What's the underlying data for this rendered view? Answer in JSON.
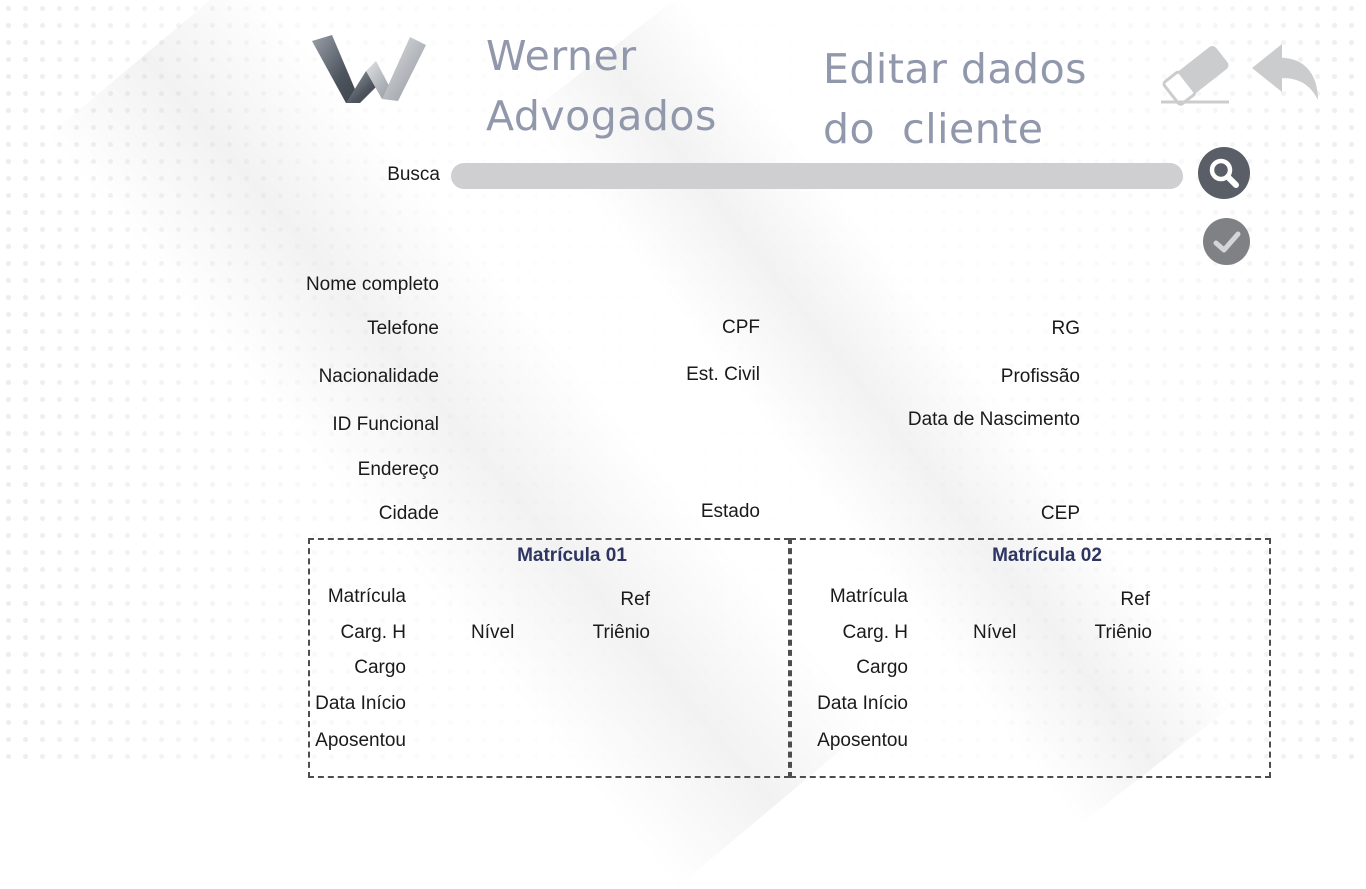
{
  "header": {
    "company_line1": "Werner",
    "company_line2": "Advogados",
    "page_title_line1": "Editar dados",
    "page_title_line2": "do  cliente"
  },
  "search": {
    "label": "Busca",
    "value": "",
    "placeholder": ""
  },
  "form": {
    "nome_completo": "Nome completo",
    "telefone": "Telefone",
    "cpf": "CPF",
    "rg": "RG",
    "nacionalidade": "Nacionalidade",
    "est_civil": "Est. Civil",
    "profissao": "Profissão",
    "id_funcional": "ID Funcional",
    "data_nascimento": "Data de Nascimento",
    "endereco": "Endereço",
    "cidade": "Cidade",
    "estado": "Estado",
    "cep": "CEP"
  },
  "matriculas": [
    {
      "title": "Matrícula 01",
      "matricula": "Matrícula",
      "ref": "Ref",
      "carg_h": "Carg. H",
      "nivel": "Nível",
      "trienio": "Triênio",
      "cargo": "Cargo",
      "data_inicio": "Data Início",
      "aposentou": "Aposentou"
    },
    {
      "title": "Matrícula 02",
      "matricula": "Matrícula",
      "ref": "Ref",
      "carg_h": "Carg. H",
      "nivel": "Nível",
      "trienio": "Triênio",
      "cargo": "Cargo",
      "data_inicio": "Data Início",
      "aposentou": "Aposentou"
    }
  ],
  "icons": {
    "logo": "logo-icon",
    "eraser": "eraser-icon",
    "back": "back-arrow-icon",
    "search": "search-icon",
    "confirm": "check-icon"
  },
  "colors": {
    "title": "#9298ac",
    "box_title": "#2d3560",
    "button_dark": "#5a5e66",
    "button_gray": "#7f8185",
    "search_bar": "#cfcfd2",
    "icon_light": "#cbccce"
  }
}
